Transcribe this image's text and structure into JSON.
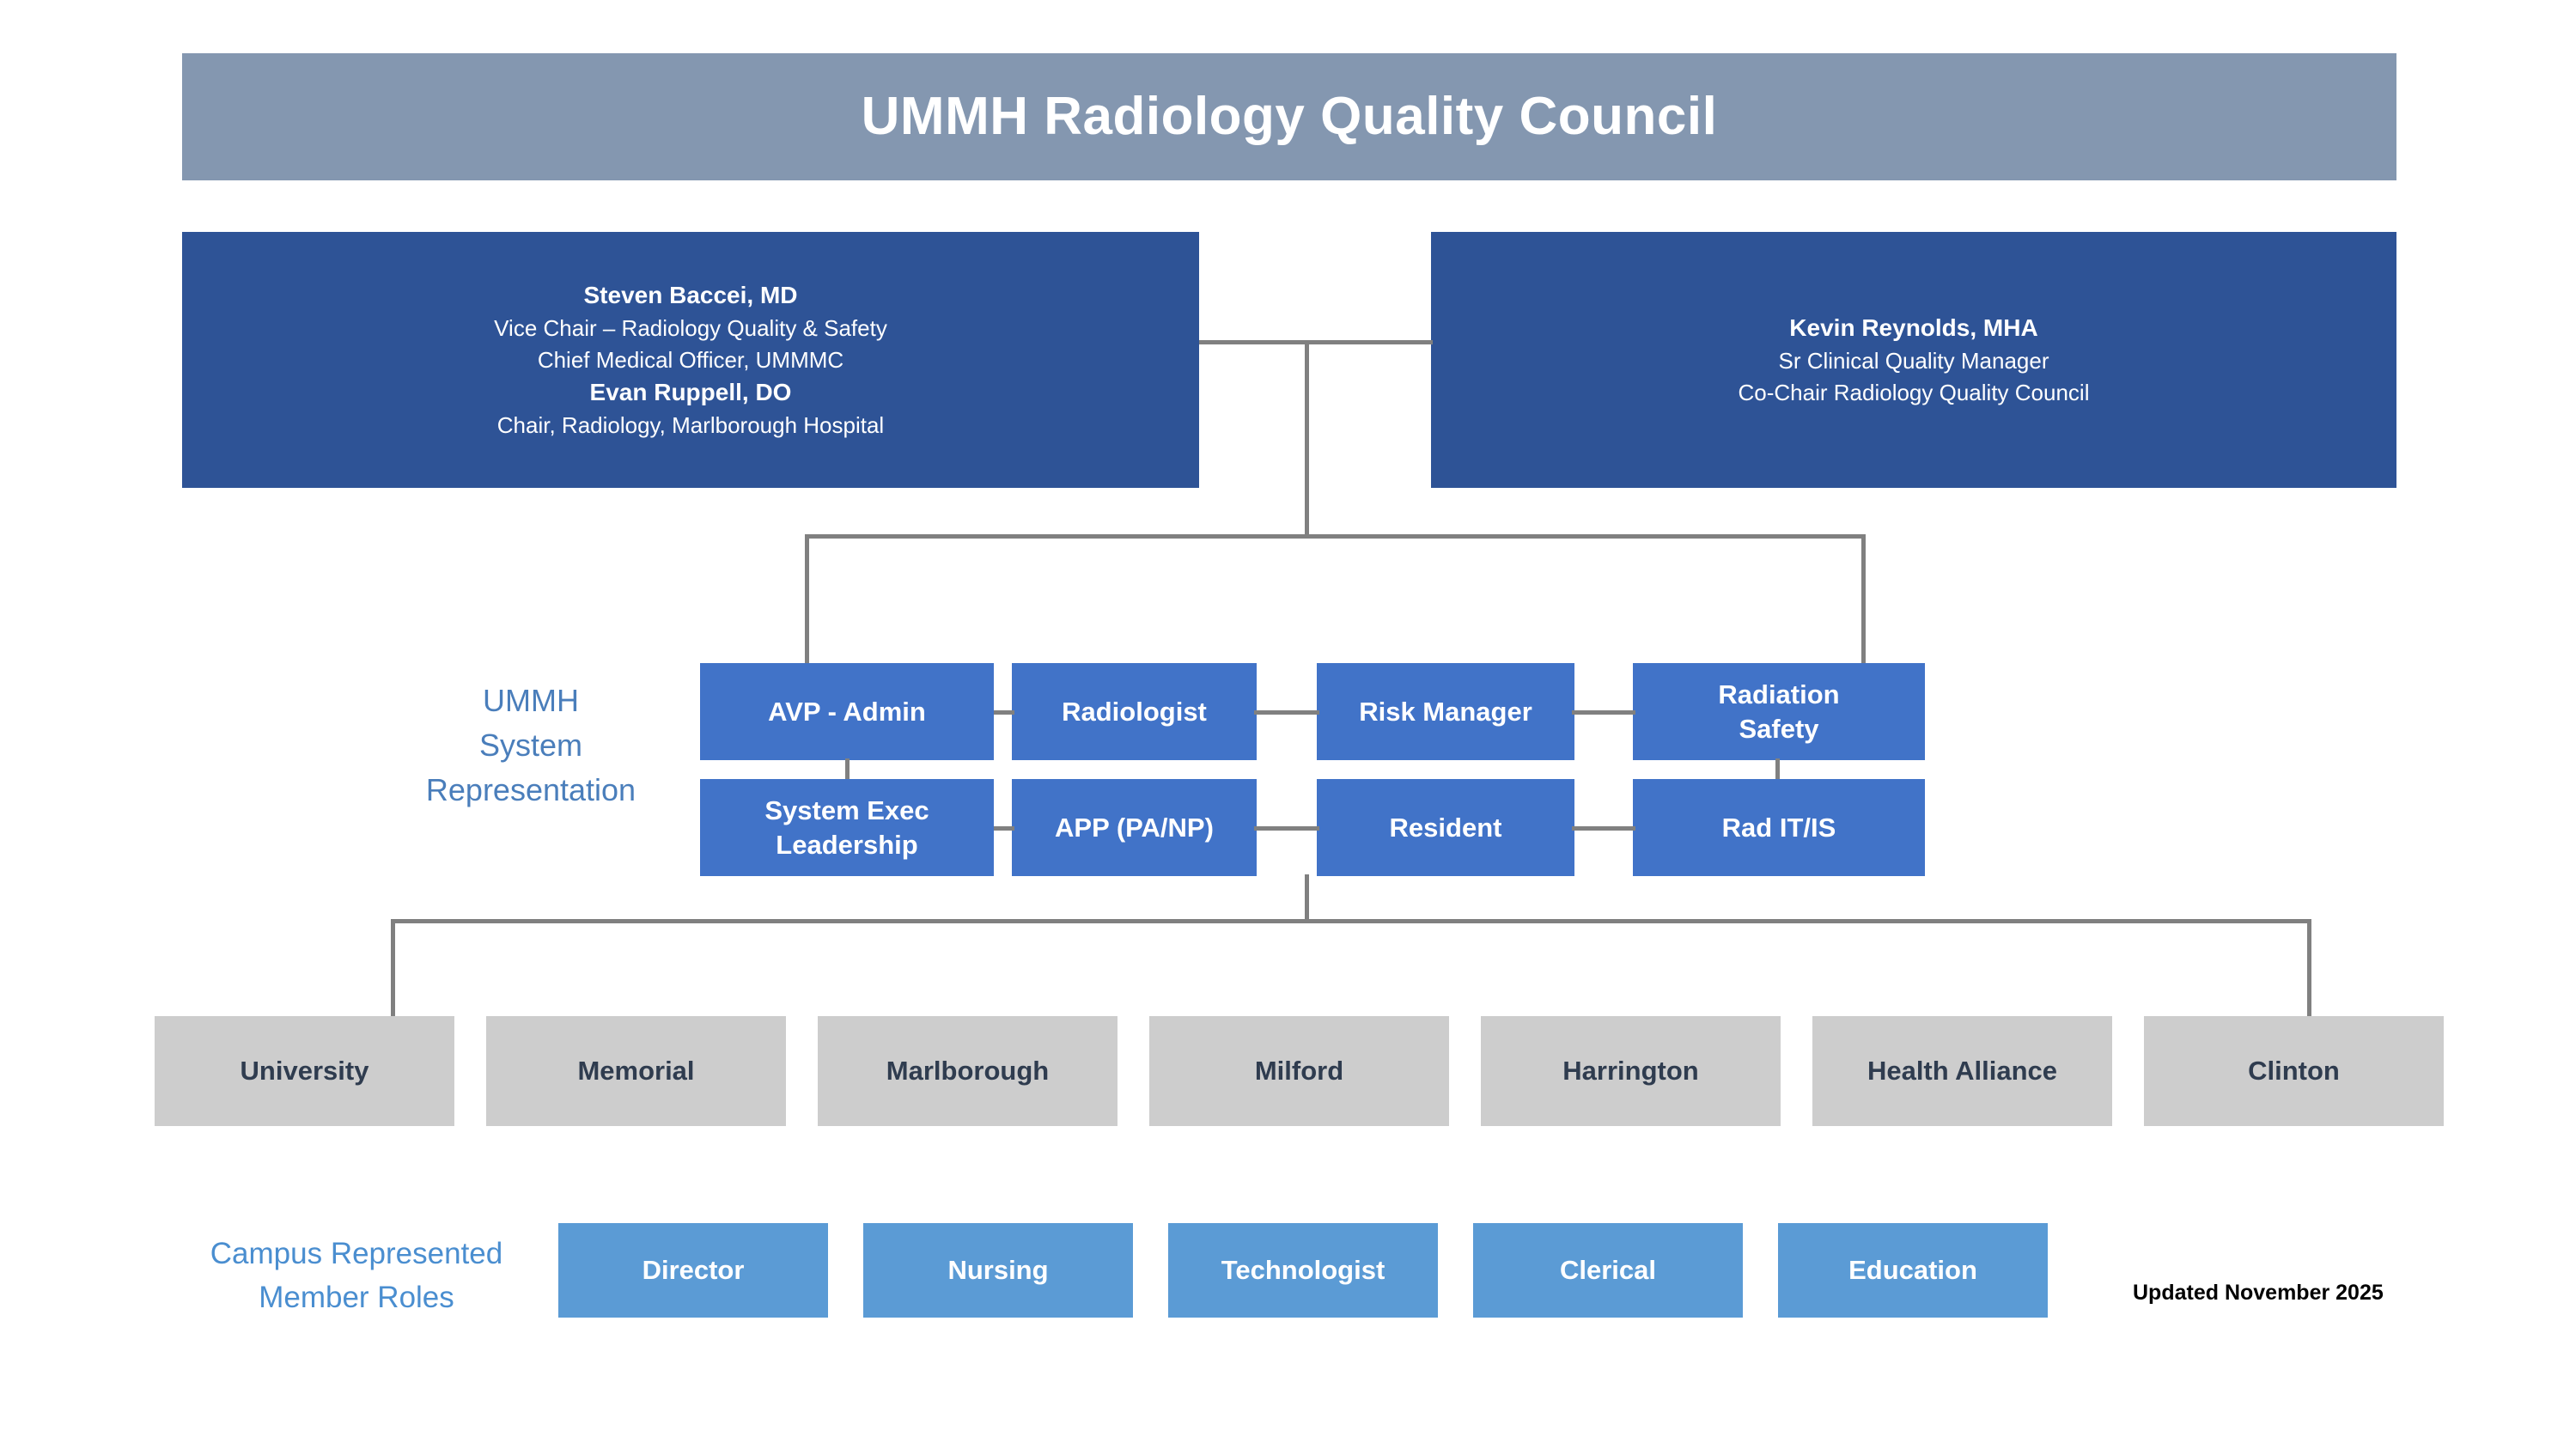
{
  "header": {
    "title": "UMMH Radiology Quality Council",
    "banner_color": "#8497b0"
  },
  "executives": {
    "left": {
      "lines": [
        {
          "text": "Steven Baccei, MD",
          "style": "name"
        },
        {
          "text": "Vice Chair – Radiology Quality & Safety",
          "style": "role"
        },
        {
          "text": "Chief Medical Officer, UMMMC",
          "style": "role"
        },
        {
          "text": "Evan Ruppell, DO",
          "style": "name"
        },
        {
          "text": "Chair, Radiology, Marlborough Hospital",
          "style": "role"
        }
      ]
    },
    "right": {
      "lines": [
        {
          "text": "Kevin Reynolds, MHA",
          "style": "name"
        },
        {
          "text": "Sr Clinical Quality Manager",
          "style": "role"
        },
        {
          "text": "Co-Chair Radiology Quality Council",
          "style": "role"
        }
      ]
    },
    "box_color": "#2e5396"
  },
  "system_representation": {
    "label": "UMMH\nSystem\nRepresentation",
    "label_color": "#4a7ebb",
    "box_color": "#4173c8",
    "row_1": [
      {
        "label": "AVP - Admin"
      },
      {
        "label": "Radiologist"
      },
      {
        "label": "Risk Manager"
      },
      {
        "label": "Radiation\nSafety"
      }
    ],
    "row_2": [
      {
        "label": "System Exec\nLeadership"
      },
      {
        "label": "APP (PA/NP)"
      },
      {
        "label": "Resident"
      },
      {
        "label": "Rad IT/IS"
      }
    ]
  },
  "campuses": {
    "box_color": "#cdcdcd",
    "text_color": "#2f3c4f",
    "items": [
      {
        "label": "University"
      },
      {
        "label": "Memorial"
      },
      {
        "label": "Marlborough"
      },
      {
        "label": "Milford"
      },
      {
        "label": "Harrington"
      },
      {
        "label": "Health Alliance"
      },
      {
        "label": "Clinton"
      }
    ]
  },
  "member_roles": {
    "label": "Campus Represented\nMember Roles",
    "label_color": "#4a8ed0",
    "box_color": "#5b9bd5",
    "items": [
      {
        "label": "Director"
      },
      {
        "label": "Nursing"
      },
      {
        "label": "Technologist"
      },
      {
        "label": "Clerical"
      },
      {
        "label": "Education"
      }
    ]
  },
  "footer": {
    "updated": "Updated November 2025"
  }
}
